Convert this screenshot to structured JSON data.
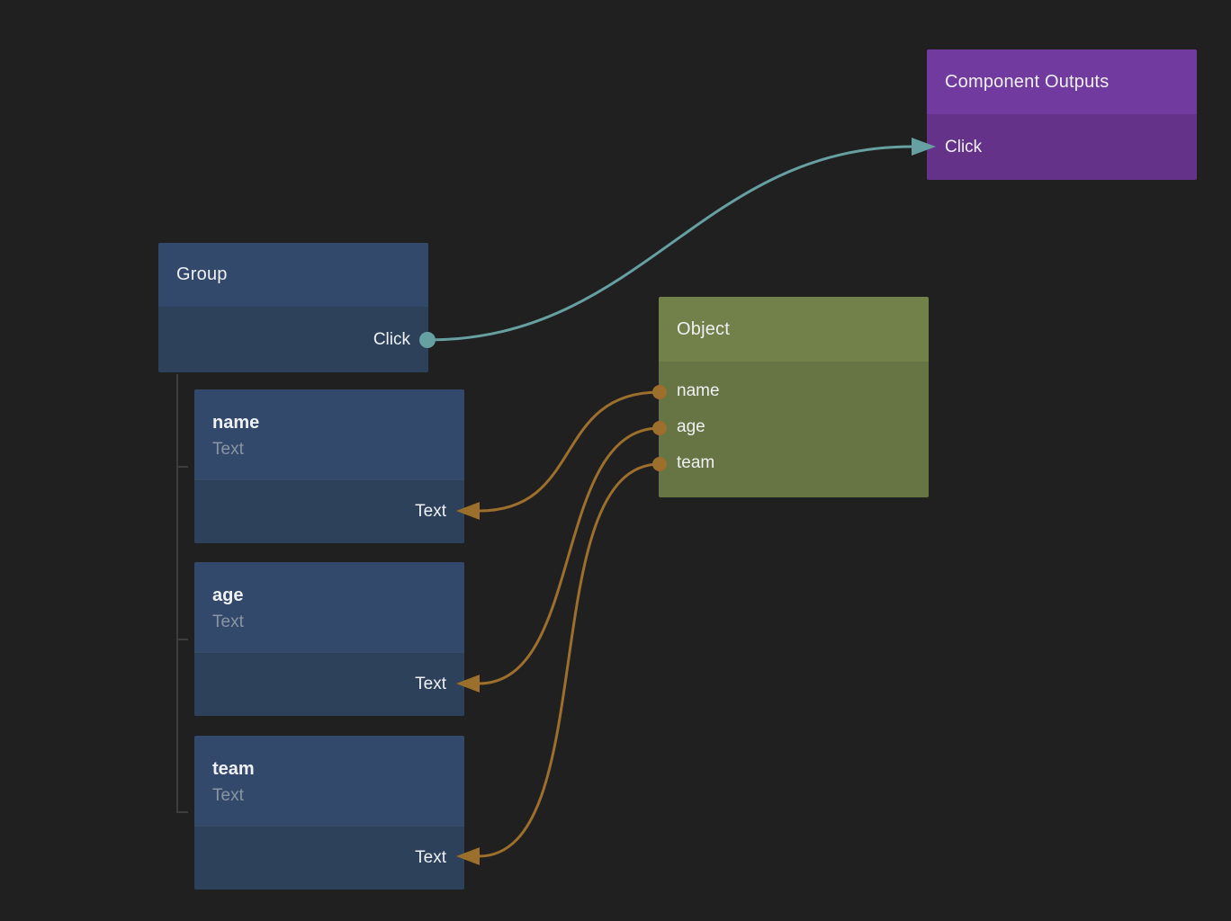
{
  "colors": {
    "bg": "#202021",
    "text": "#eef0f3",
    "muted": "#8a95a3",
    "teal": "#67a0a1",
    "orange": "#9c6f2d",
    "purple_header": "#713a9e",
    "purple_body": "#643289",
    "blue_header": "#33496b",
    "blue_body": "#2d425a",
    "green_header": "#72804a",
    "green_body": "#677545",
    "tree_line": "#3d3d3d"
  },
  "nodes": {
    "component_outputs": {
      "title": "Component Outputs",
      "port_click": "Click"
    },
    "group": {
      "title": "Group",
      "port_click": "Click"
    },
    "object": {
      "title": "Object",
      "ports": [
        {
          "label": "name"
        },
        {
          "label": "age"
        },
        {
          "label": "team"
        }
      ]
    },
    "properties": [
      {
        "title": "name",
        "subtitle": "Text",
        "input": "Text"
      },
      {
        "title": "age",
        "subtitle": "Text",
        "input": "Text"
      },
      {
        "title": "team",
        "subtitle": "Text",
        "input": "Text"
      }
    ]
  },
  "connections": [
    {
      "from": "Group.Click",
      "to": "Component Outputs.Click",
      "color": "teal"
    },
    {
      "from": "Object.name",
      "to": "name.Text",
      "color": "orange"
    },
    {
      "from": "Object.age",
      "to": "age.Text",
      "color": "orange"
    },
    {
      "from": "Object.team",
      "to": "team.Text",
      "color": "orange"
    }
  ]
}
